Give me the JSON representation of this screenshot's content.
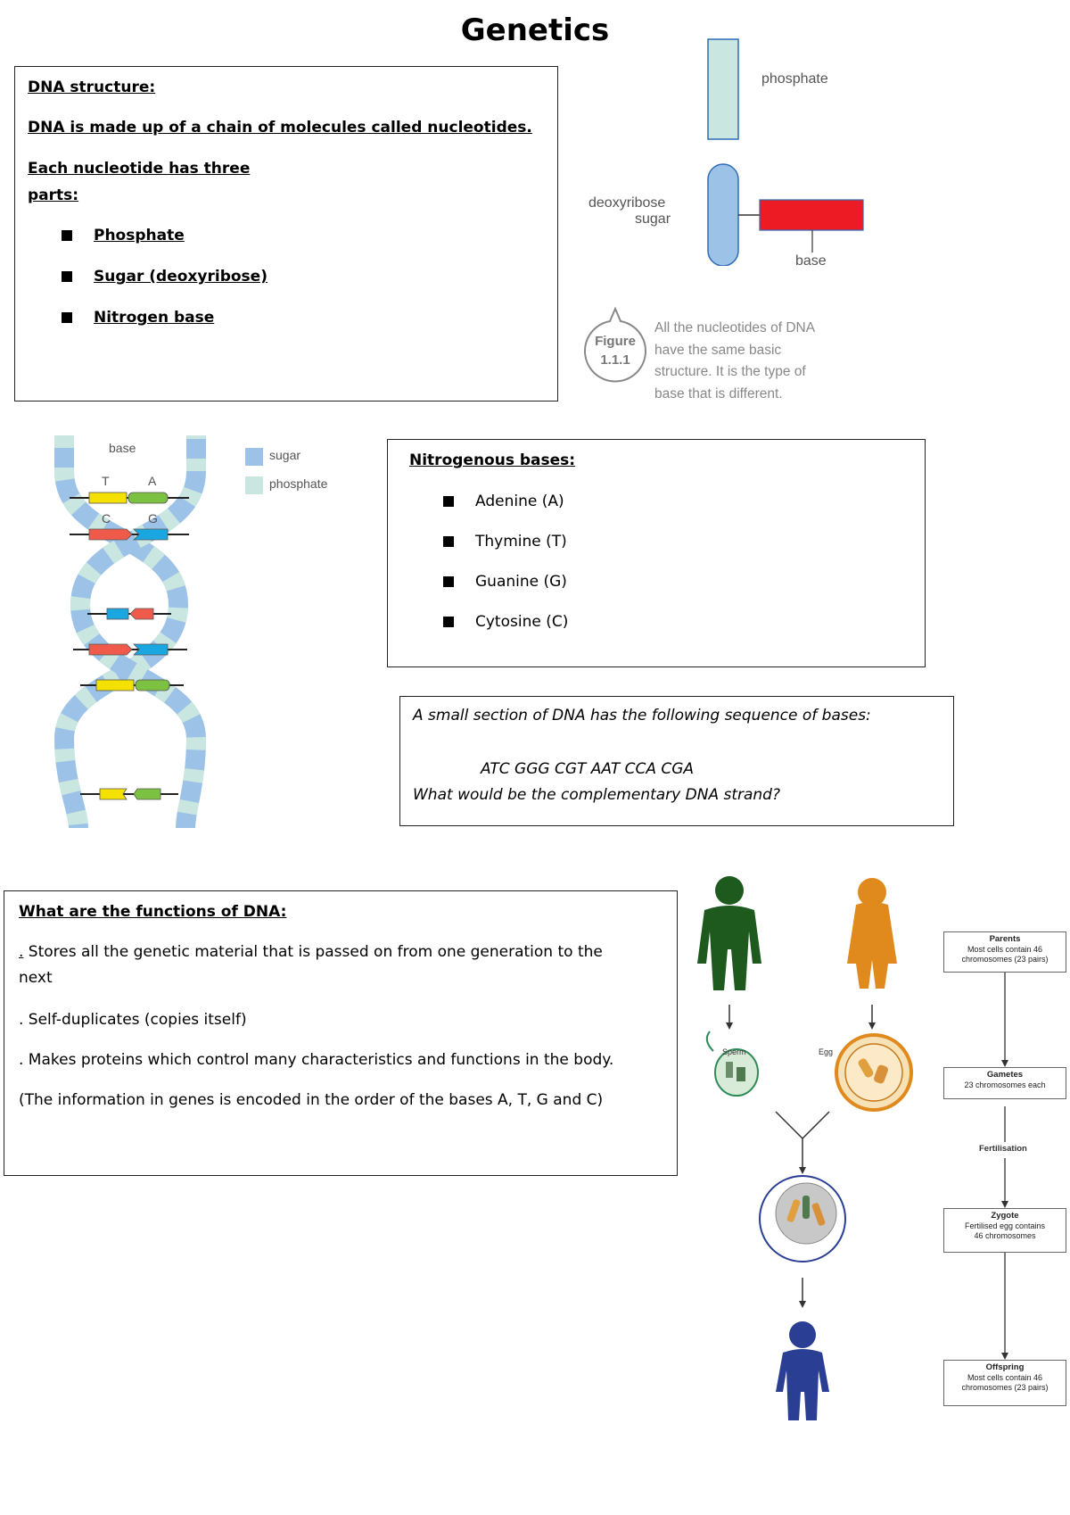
{
  "title": "Genetics",
  "dna_structure_box": {
    "heading": "DNA structure:",
    "line1": "DNA is made up of a chain of molecules called nucleotides.",
    "line2a": "Each nucleotide has three",
    "line2b": "parts:",
    "parts": [
      "Phosphate",
      "Sugar (deoxyribose)",
      "Nitrogen base"
    ]
  },
  "nucleotide_figure": {
    "phosphate_label": "phosphate",
    "sugar_label_1": "deoxyribose",
    "sugar_label_2": "sugar",
    "base_label": "base",
    "figure_word": "Figure",
    "figure_number": "1.1.1",
    "caption_lines": [
      "All the nucleotides of DNA",
      "have the same basic",
      "structure. It is the type of",
      "base that is different."
    ],
    "colors": {
      "phosphate": "#c9e6e1",
      "sugar": "#9cc3e7",
      "base": "#ed1c24"
    }
  },
  "helix_figure": {
    "base_label": "base",
    "legend": [
      "sugar",
      "phosphate"
    ],
    "pair_letters": [
      "T",
      "A",
      "C",
      "G"
    ],
    "colors": {
      "sugar": "#9cc3e7",
      "phosphate": "#c9e6e1",
      "T": "#f4e100",
      "A": "#7cc142",
      "C": "#ef5a4a",
      "G": "#1aa6e0"
    }
  },
  "nitrogenous_box": {
    "heading": "Nitrogenous bases:",
    "bases": [
      "Adenine (A)",
      "Thymine (T)",
      "Guanine (G)",
      "Cytosine (C)"
    ]
  },
  "sequence_box": {
    "intro": "A small section of DNA has the following sequence of bases:",
    "sequence": "ATC GGG CGT AAT CCA CGA",
    "question": "What would be the complementary DNA strand?"
  },
  "functions_box": {
    "heading": "What are the functions of DNA:",
    "item1_dot": ".",
    "item1_text": " Stores all the genetic material that is passed on from one generation to the",
    "item1_cont": "next",
    "item2": ". Self-duplicates (copies itself)",
    "item3": ". Makes proteins which control many characteristics and functions in the body.",
    "item4": " (The information in genes is encoded in the order of the bases A, T, G and C)"
  },
  "reproduction_figure": {
    "sperm_label": "Sperm",
    "egg_label": "Egg",
    "colors": {
      "male": "#1e5a1e",
      "female": "#e08a1e",
      "child": "#2a3f93"
    }
  },
  "flowchart": {
    "parents_title": "Parents",
    "parents_text_1": "Most cells contain 46",
    "parents_text_2": "chromosomes (23 pairs)",
    "gametes_title": "Gametes",
    "gametes_text": "23 chromosomes each",
    "fertilisation": "Fertilisation",
    "zygote_title": "Zygote",
    "zygote_text_1": "Fertilised egg contains",
    "zygote_text_2": "46 chromosomes",
    "offspring_title": "Offspring",
    "offspring_text_1": "Most cells contain 46",
    "offspring_text_2": "chromosomes (23 pairs)"
  }
}
